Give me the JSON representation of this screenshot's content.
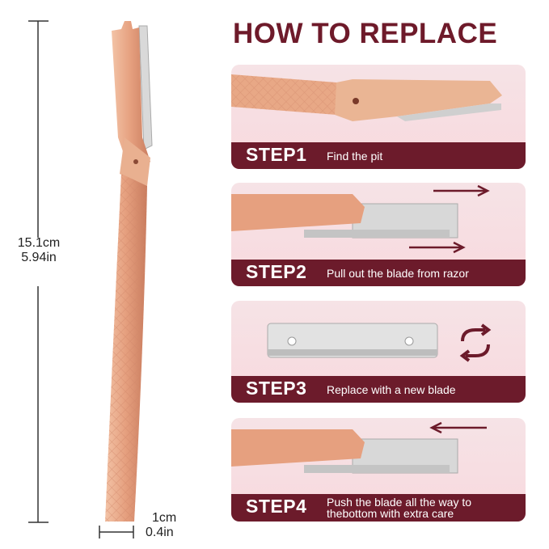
{
  "title": "HOW TO REPLACE",
  "dimensions": {
    "length_cm": "15.1cm",
    "length_in": "5.94in",
    "width_cm": "1cm",
    "width_in": "0.4in"
  },
  "steps": [
    {
      "label": "STEP1",
      "text": "Find the pit"
    },
    {
      "label": "STEP2",
      "text": "Pull out the blade from razor"
    },
    {
      "label": "STEP3",
      "text": "Replace with a new blade"
    },
    {
      "label": "STEP4",
      "text_line1": "Push the blade all the way to",
      "text_line2": "thebottom with extra care"
    }
  ],
  "colors": {
    "brand_maroon": "#6c1b2b",
    "card_pink": "#f8d9de",
    "rose_gold": "#e7a484"
  },
  "icons": [
    "arrow-right-icon",
    "swap-cycle-icon",
    "arrow-left-icon"
  ]
}
